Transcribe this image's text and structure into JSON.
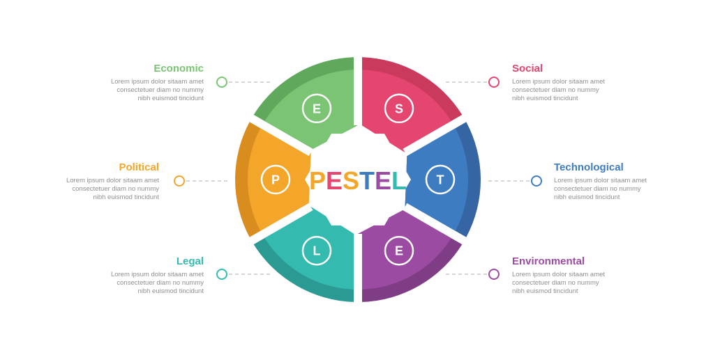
{
  "center_title": {
    "letters": [
      "P",
      "E",
      "S",
      "T",
      "E",
      "L"
    ],
    "colors": [
      "#f3a62a",
      "#e5466f",
      "#f3a62a",
      "#3e7cc2",
      "#9c4ba2",
      "#35bab0"
    ]
  },
  "description": "Lorem ipsum dolor sitaam amet\nconsectetuer diam no nummy\nnibh euismod tincidunt",
  "segments": [
    {
      "letter": "E",
      "title": "Economic",
      "color": "#7ac474",
      "dark": "#5fa85c",
      "side": "left"
    },
    {
      "letter": "S",
      "title": "Social",
      "color": "#e5466f",
      "dark": "#c93a5d",
      "side": "right"
    },
    {
      "letter": "T",
      "title": "Technological",
      "color": "#3e7cc2",
      "dark": "#3565a3",
      "side": "right"
    },
    {
      "letter": "E",
      "title": "Environmental",
      "color": "#9c4ba2",
      "dark": "#7f3d86",
      "side": "right"
    },
    {
      "letter": "L",
      "title": "Legal",
      "color": "#35bab0",
      "dark": "#2a9a92",
      "side": "left"
    },
    {
      "letter": "P",
      "title": "Political",
      "color": "#f3a62a",
      "dark": "#d98d1e",
      "side": "left"
    }
  ]
}
